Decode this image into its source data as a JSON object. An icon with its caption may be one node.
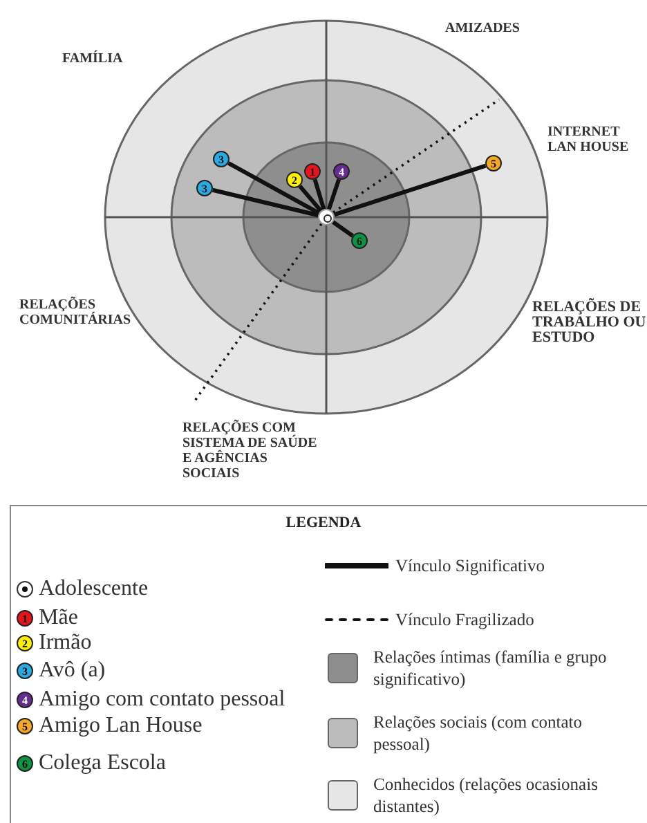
{
  "diagram": {
    "nodes": [
      {
        "text": [],
        "shape": "circle"
      },
      {
        "text": [
          "3"
        ]
      },
      {
        "text": [
          "3"
        ]
      },
      {
        "text": [
          "2"
        ]
      },
      {
        "text": [
          "1"
        ]
      },
      {
        "text": [
          "4"
        ]
      },
      {
        "text": [
          "5"
        ]
      },
      {
        "text": [
          "6"
        ]
      }
    ],
    "edges": [
      {
        "from": 0,
        "to": 1,
        "arrow": "none"
      },
      {
        "from": 0,
        "to": 2,
        "arrow": "none"
      },
      {
        "from": 0,
        "to": 3,
        "arrow": "none"
      },
      {
        "from": 0,
        "to": 4,
        "arrow": "none"
      },
      {
        "from": 0,
        "to": 5,
        "arrow": "none"
      },
      {
        "from": 0,
        "to": 6,
        "arrow": "none"
      },
      {
        "from": 0,
        "to": 7,
        "arrow": "none"
      },
      {
        "from": 0,
        "to": null,
        "arrow": "none",
        "style": "dashed"
      },
      {
        "from": 0,
        "to": null,
        "arrow": "none",
        "style": "dashed"
      }
    ],
    "labels": [
      "FAMÍLIA",
      "AMIZADES",
      "INTERNET LAN HOUSE",
      "RELAÇÕES COMUNITÁRIAS",
      "RELAÇÕES DE TRABALHO OU ESTUDO",
      "RELAÇÕES COM SISTEMA DE SAÚDE E AGÊNCIAS SOCIAIS",
      "LEGENDA",
      "1",
      "2",
      "3",
      "4",
      "5",
      "6"
    ],
    "legend": [
      {
        "text": "Adolescente"
      },
      {
        "text": "Mãe",
        "color": "#e8141b"
      },
      {
        "text": "Irmão",
        "color": "#fff200"
      },
      {
        "text": "Avô (a)",
        "color": "#29abe2"
      },
      {
        "text": "Amigo com contato pessoal",
        "color": "#662d91"
      },
      {
        "text": "Amigo Lan House",
        "color": "#f7a823"
      },
      {
        "text": "Colega Escola",
        "color": "#0a9444"
      },
      {
        "text": "Vínculo Significativo"
      },
      {
        "text": "Vínculo Fragilizado"
      },
      {
        "text": "Relações íntimas (família e grupo significativo)",
        "color": "#8e8e8e"
      },
      {
        "text": "Relações sociais (com contato pessoal)",
        "color": "#bcbcbc"
      },
      {
        "text": "Conhecidos (relações ocasionais distantes)",
        "color": "#e6e6e6"
      }
    ]
  }
}
